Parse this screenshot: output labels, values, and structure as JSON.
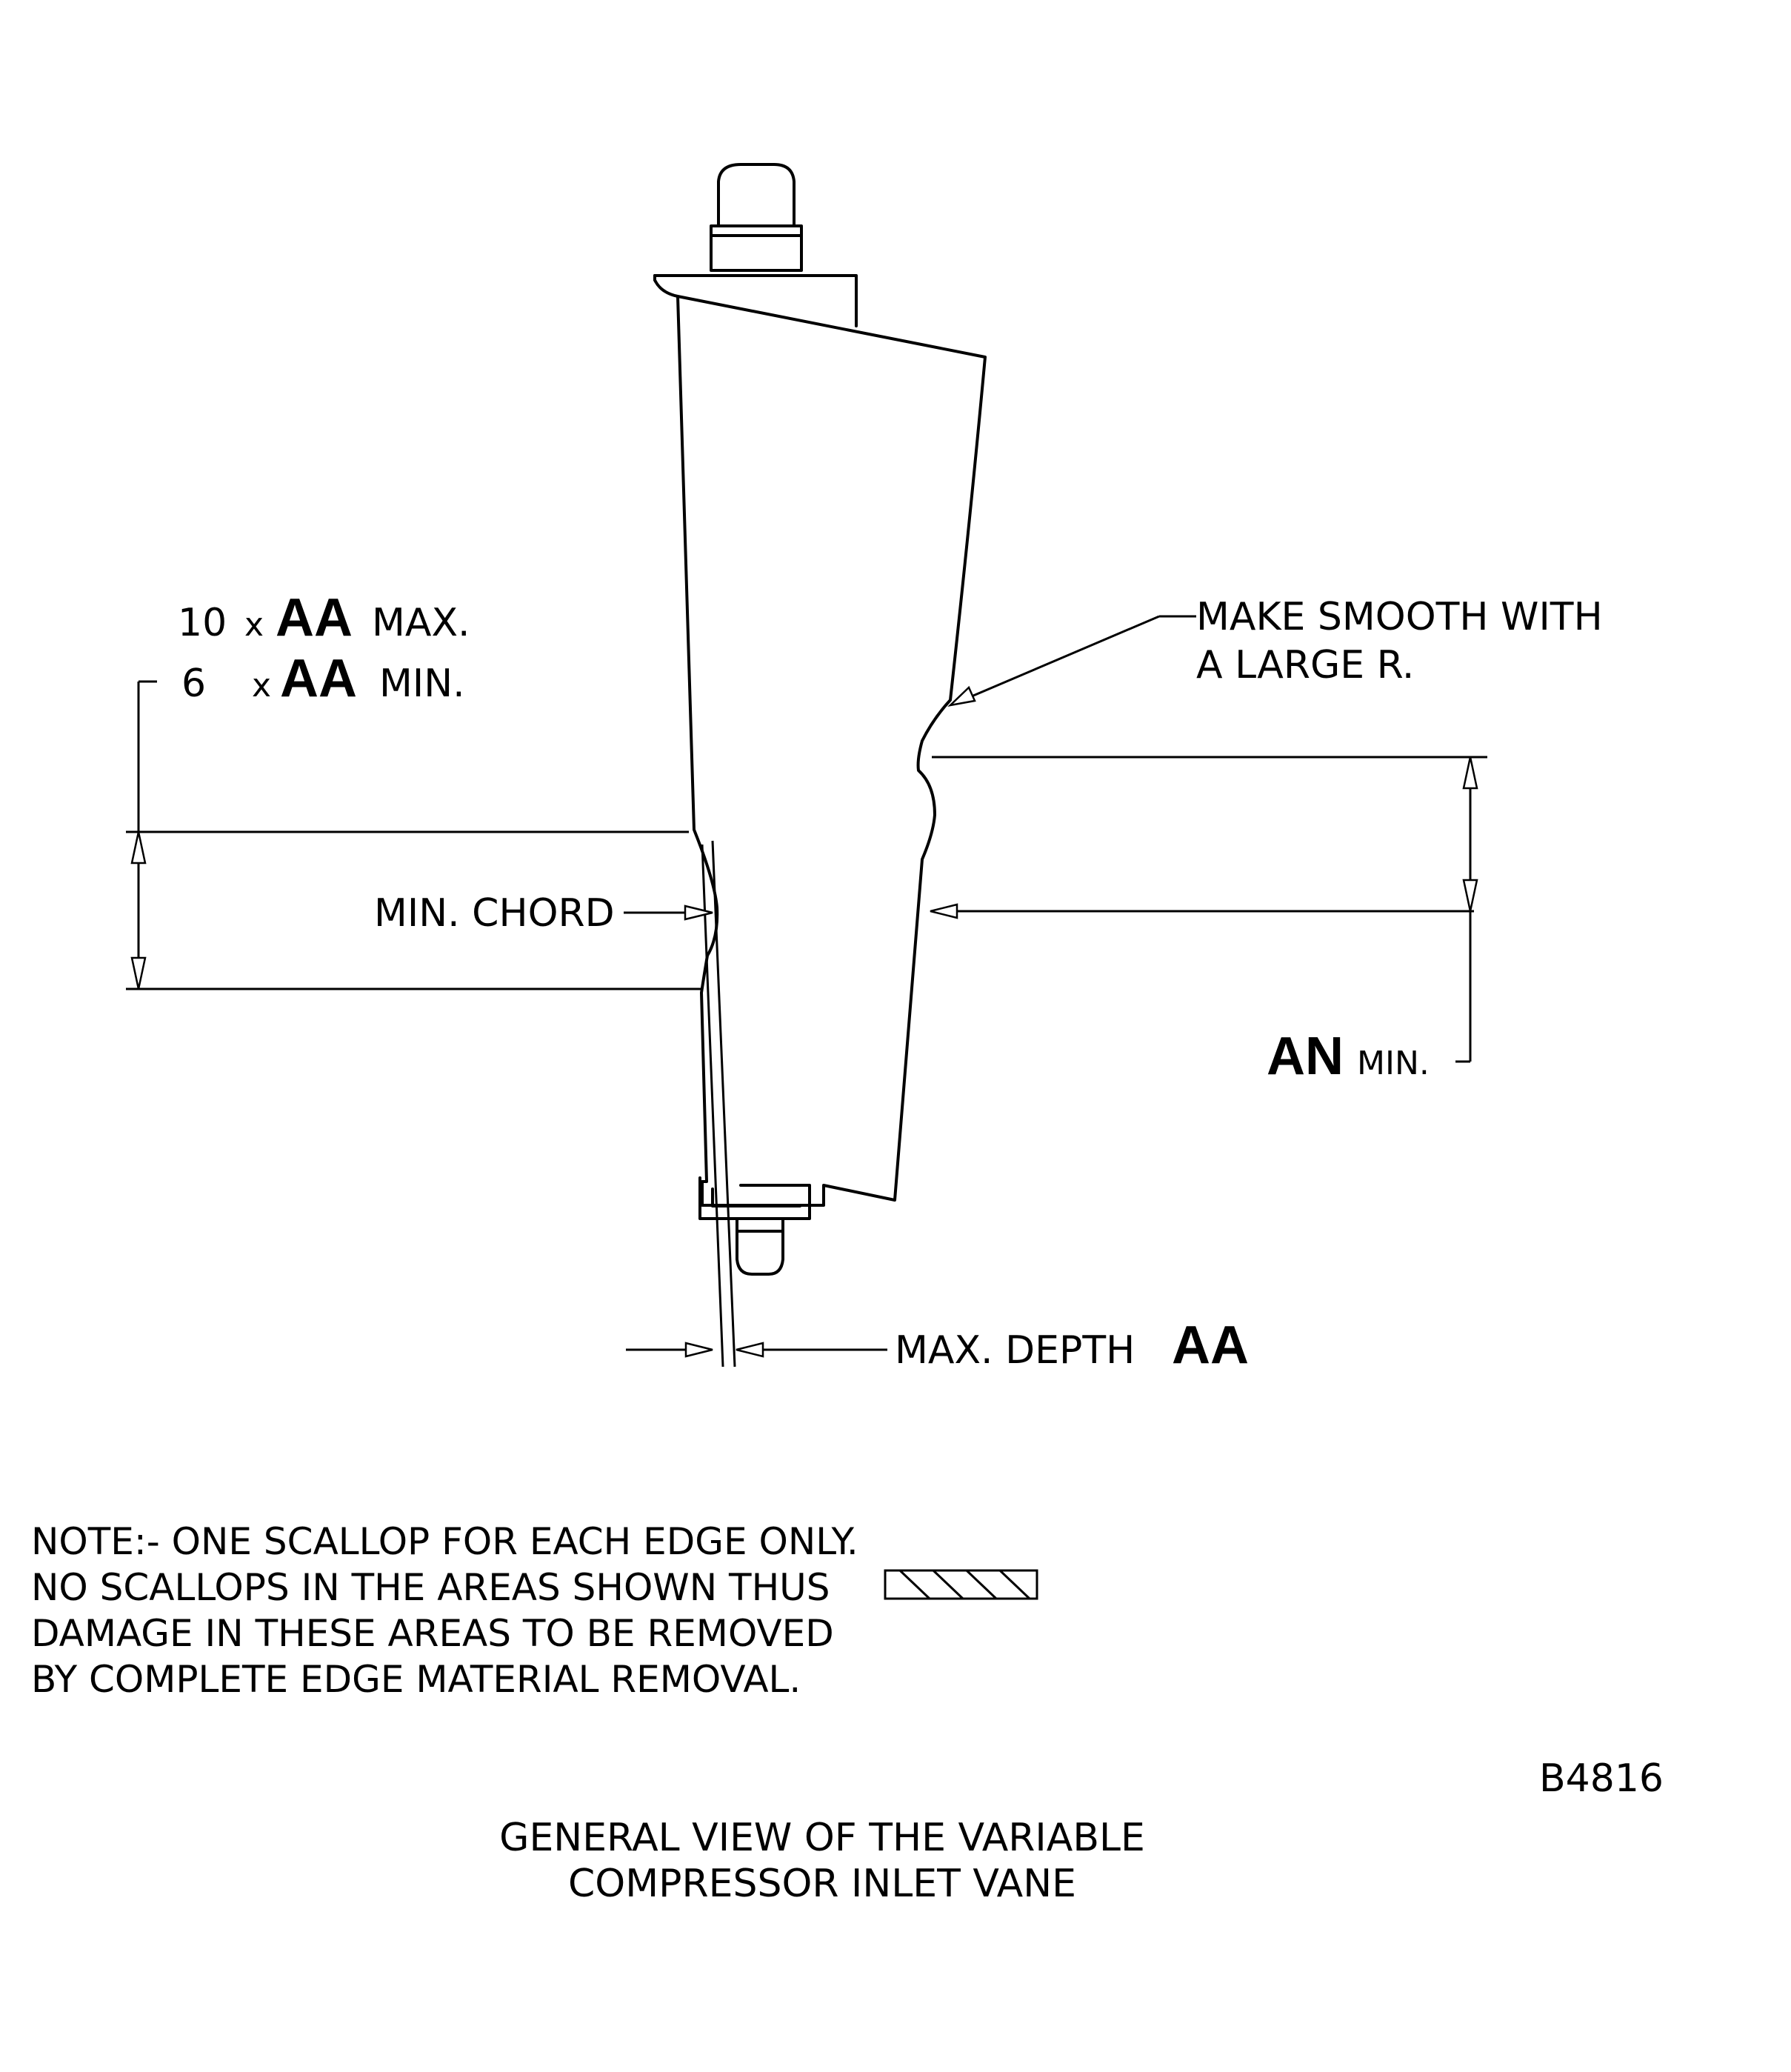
{
  "labels": {
    "depth_max_multiplier": "10",
    "depth_min_multiplier": "6",
    "times": "x",
    "aa": "AA",
    "max_suffix": "MAX.",
    "min_suffix": "MIN.",
    "make_smooth_line1": "MAKE SMOOTH WITH",
    "make_smooth_line2": "A LARGE R.",
    "min_chord": "MIN. CHORD",
    "an": "AN",
    "an_min_suffix": "MIN.",
    "max_depth": "MAX. DEPTH",
    "max_depth_symbol": "AA"
  },
  "note": {
    "line1": "NOTE:- ONE SCALLOP FOR EACH EDGE ONLY.",
    "line2": "NO SCALLOPS IN THE AREAS SHOWN THUS",
    "line3": "DAMAGE IN THESE AREAS TO BE REMOVED",
    "line4": "BY COMPLETE EDGE MATERIAL REMOVAL."
  },
  "figure_number": "B4816",
  "caption": {
    "line1": "GENERAL VIEW OF THE VARIABLE",
    "line2": "COMPRESSOR INLET VANE"
  }
}
